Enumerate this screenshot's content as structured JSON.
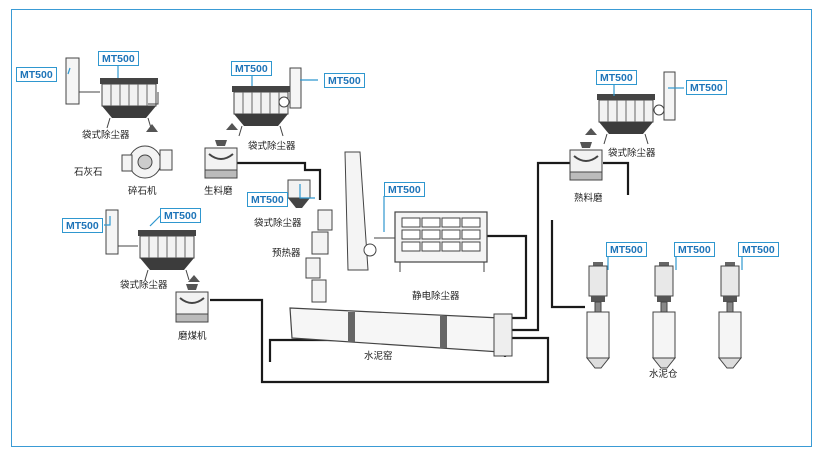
{
  "device_tag": "MT500",
  "labels": {
    "baghouse": "袋式除尘器",
    "limestone": "石灰石",
    "crusher": "碎石机",
    "raw_mill": "生料磨",
    "preheater": "预热器",
    "coal_mill": "磨煤机",
    "esp": "静电除尘器",
    "kiln": "水泥窑",
    "clinker_mill": "熟料磨",
    "cement_silo": "水泥仓"
  },
  "colors": {
    "frame": "#3a9bd5",
    "tag_border": "#2f97cf",
    "tag_text": "#1e74b8",
    "pipe": "#1a1a1a",
    "equipment": "#555555"
  }
}
